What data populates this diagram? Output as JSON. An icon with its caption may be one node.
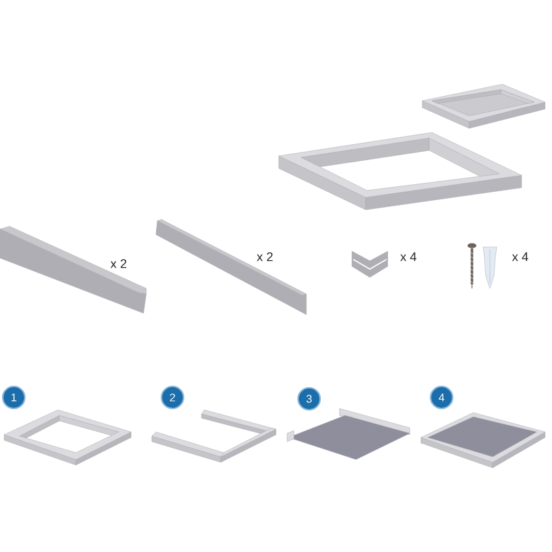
{
  "diagram": {
    "labels": [
      "x 2",
      "x 2",
      "x 4",
      "x 4",
      "1",
      "2",
      "3",
      "4"
    ]
  }
}
